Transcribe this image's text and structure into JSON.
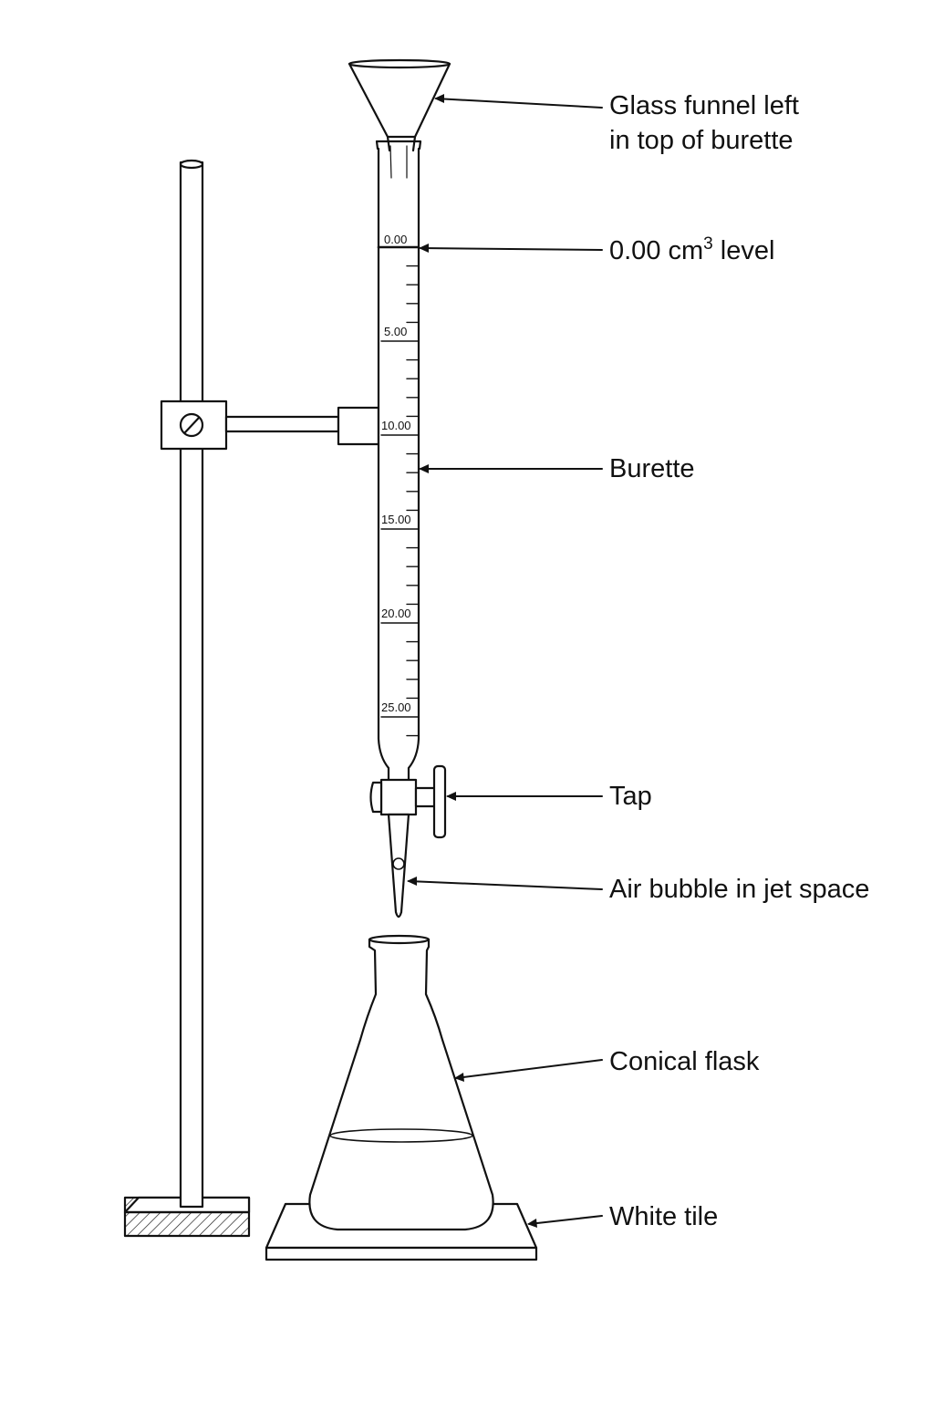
{
  "labels": {
    "funnel_line1": "Glass funnel left",
    "funnel_line2": "in top of burette",
    "zero_level_value": "0.00 cm",
    "zero_level_sup": "3",
    "zero_level_suffix": " level",
    "burette": "Burette",
    "tap": "Tap",
    "air_bubble": "Air bubble in jet space",
    "conical_flask": "Conical flask",
    "white_tile": "White tile"
  },
  "burette_scale": [
    "0.00",
    "5.00",
    "10.00",
    "15.00",
    "20.00",
    "25.00"
  ],
  "colors": {
    "line": "#111111",
    "background": "#ffffff"
  }
}
